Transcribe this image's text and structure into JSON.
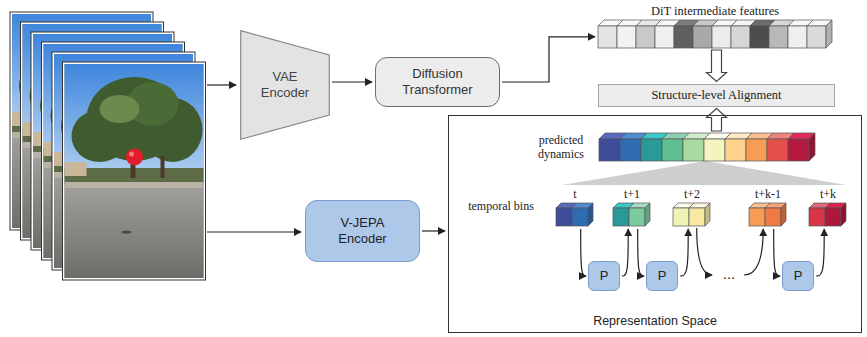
{
  "diagram": {
    "nodes": [
      {
        "text": [
          "VAE Encoder"
        ]
      },
      {
        "text": [
          "Diffusion Transformer"
        ]
      },
      {
        "text": [
          "DiT intermediate features"
        ]
      },
      {
        "text": [
          "Structure-level Alignment"
        ]
      },
      {
        "text": [
          "V-JEPA Encoder"
        ]
      },
      {
        "text": [
          "Representation Space"
        ]
      },
      {
        "text": [
          "predicted dynamics"
        ],
        "in": 5
      },
      {
        "text": [
          "t"
        ],
        "in": 5
      },
      {
        "text": [
          "t+1"
        ],
        "in": 5
      },
      {
        "text": [
          "t+2"
        ],
        "in": 5
      },
      {
        "text": [
          "t+k-1"
        ],
        "in": 5
      },
      {
        "text": [
          "t+k"
        ],
        "in": 5
      },
      {
        "text": [
          "P"
        ],
        "in": 5
      },
      {
        "text": [
          "P"
        ],
        "in": 5
      },
      {
        "text": [
          "P"
        ],
        "in": 5
      }
    ],
    "edges": [
      {
        "from": 0,
        "to": 1,
        "arrow": "to"
      },
      {
        "from": 1,
        "to": 2,
        "arrow": "to"
      },
      {
        "from": 2,
        "to": 3,
        "arrow": "to"
      },
      {
        "from": 6,
        "to": 3,
        "arrow": "to"
      },
      {
        "from": 4,
        "to": 5,
        "arrow": "to"
      },
      {
        "from": 7,
        "to": 12,
        "arrow": "to"
      },
      {
        "from": 12,
        "to": 8,
        "arrow": "to"
      },
      {
        "from": 8,
        "to": 13,
        "arrow": "to"
      },
      {
        "from": 13,
        "to": 9,
        "arrow": "to"
      },
      {
        "from": 10,
        "to": 14,
        "arrow": "to"
      },
      {
        "from": 14,
        "to": 11,
        "arrow": "to"
      }
    ],
    "labels": [
      "temporal bins",
      "..."
    ]
  }
}
